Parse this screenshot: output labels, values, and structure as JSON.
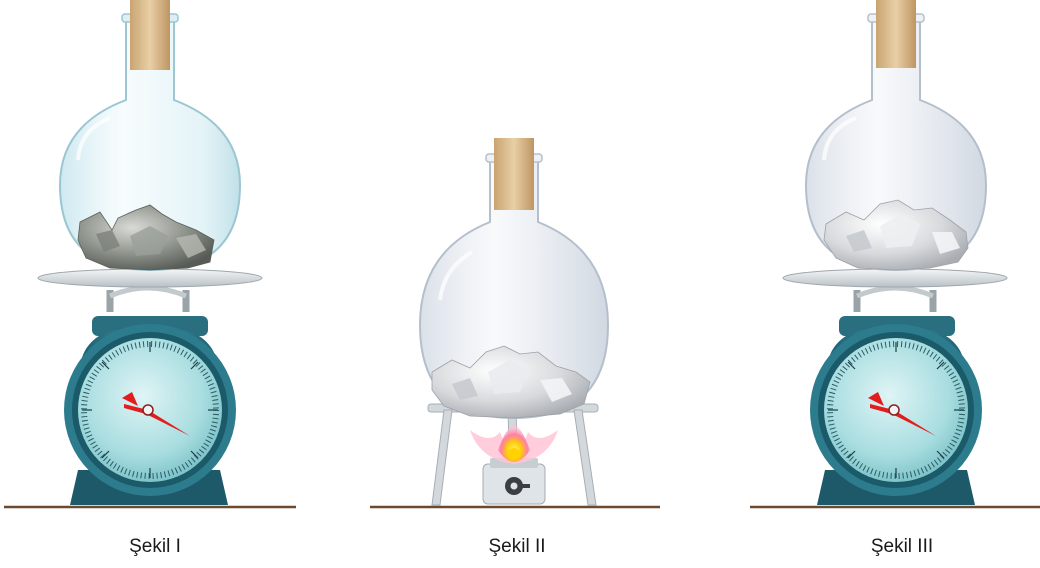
{
  "captions": {
    "fig1": "Şekil I",
    "fig2": "Şekil II",
    "fig3": "Şekil III"
  },
  "figures": [
    {
      "id": "fig1",
      "apparatus": "scale",
      "contents": "gray-rocks",
      "flask_sealed": true
    },
    {
      "id": "fig2",
      "apparatus": "tripod-burner",
      "contents": "white-rocks",
      "flask_sealed": true,
      "flame": "on"
    },
    {
      "id": "fig3",
      "apparatus": "scale",
      "contents": "white-rocks",
      "flask_sealed": true
    }
  ],
  "colors": {
    "ground": "#6b4a2f",
    "scale_body": "#2d7d8f",
    "dial_face": "#a8dde0",
    "needle": "#e11d1d",
    "cork": "#d9b98a",
    "glass": "#e6f2f5",
    "flame_outer": "#ff8ab0",
    "flame_inner": "#ffd200"
  }
}
